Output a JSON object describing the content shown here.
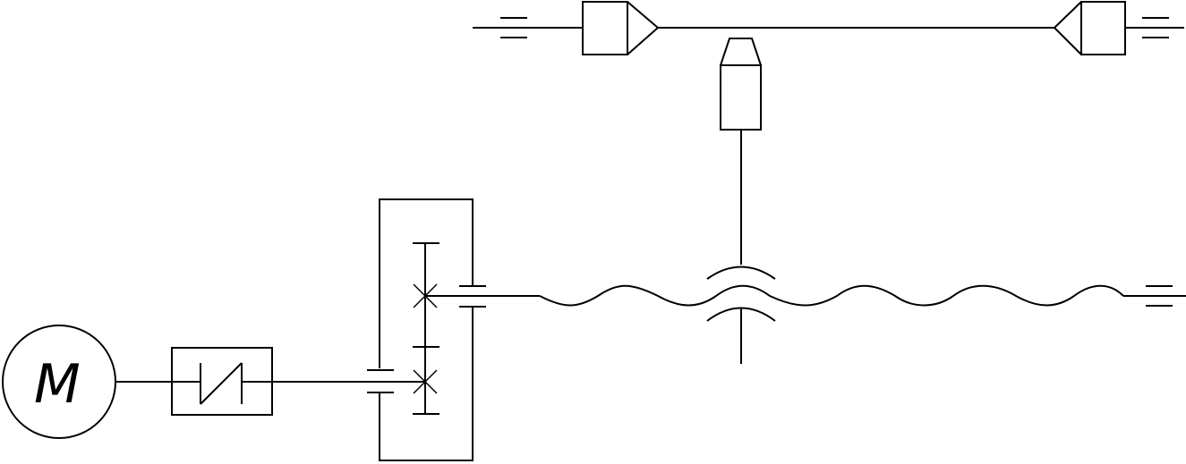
{
  "diagram": {
    "motor": {
      "label": "M"
    },
    "colors": {
      "stroke": "#000000",
      "background": "#ffffff"
    },
    "components": [
      {
        "name": "electric-motor",
        "kind": "motor"
      },
      {
        "name": "overrunning-clutch",
        "kind": "coupling"
      },
      {
        "name": "gearbox",
        "kind": "gear-pair-housing"
      },
      {
        "name": "lead-screw",
        "kind": "screw-shaft"
      },
      {
        "name": "split-nut",
        "kind": "nut"
      },
      {
        "name": "carriage",
        "kind": "slider"
      },
      {
        "name": "guide-rail",
        "kind": "rail-with-end-bearings"
      }
    ]
  }
}
